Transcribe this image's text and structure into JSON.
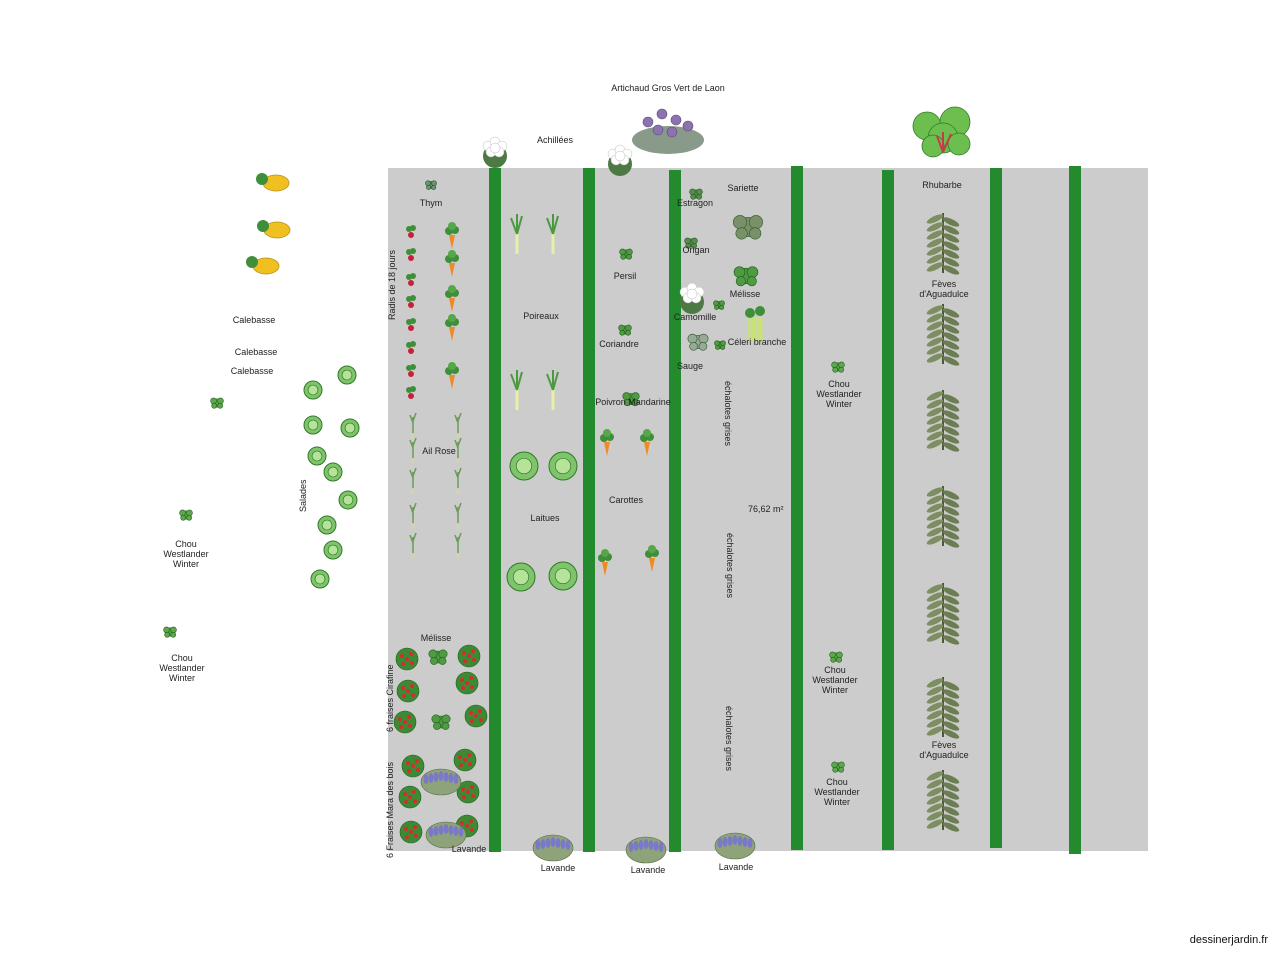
{
  "labels": {
    "artichaud": "Artichaud Gros Vert de Laon",
    "achillees": "Achillées",
    "thym": "Thym",
    "sariette": "Sariette",
    "estragon": "Estragon",
    "origan": "Origan",
    "melisse_top": "Mélisse",
    "camomille": "Camomille",
    "celeri": "Céleri branche",
    "sauge": "Sauge",
    "persil": "Persil",
    "coriandre": "Coriandre",
    "poivron": "Poivron Mandarine",
    "carottes": "Carottes",
    "poireaux": "Poireaux",
    "laitues": "Laitues",
    "ail": "Ail Rose",
    "rhubarbe": "Rhubarbe",
    "feves1": "Fèves\nd'Aguadulce",
    "feves2": "Fèves\nd'Aguadulce",
    "chou_bed1": "Chou\nWestlander\nWinter",
    "chou_bed2": "Chou\nWestlander\nWinter",
    "chou_bed3": "Chou\nWestlander\nWinter",
    "chou_out1": "Chou\nWestlander\nWinter",
    "chou_out2": "Chou\nWestlander\nWinter",
    "calebasse1": "Calebasse",
    "calebasse2": "Calebasse",
    "calebasse3": "Calebasse",
    "salades": "Salades",
    "radis": "Radis de 18 jours",
    "fraises_cirafine": "6 fraises Cirafine",
    "fraises_mara": "6 Fraises Mara des bois",
    "melisse_bottom": "Mélisse",
    "echalotes1": "échalotes grises",
    "echalotes2": "échalotes grises",
    "echalotes3": "échalotes grises",
    "area": "76,62 m²",
    "lavande1": "Lavande",
    "lavande2": "Lavande",
    "lavande3": "Lavande",
    "lavande4": "Lavande"
  },
  "footer": "dessinerjardin.fr",
  "colors": {
    "bed": "#cccccc",
    "path": "#238b2d",
    "leaf": "#3f8f3a",
    "carrot": "#f08a24",
    "radish": "#c8203a",
    "lavender": "#7a78c8",
    "squash": "#f0c020",
    "flower": "#ffffff"
  }
}
